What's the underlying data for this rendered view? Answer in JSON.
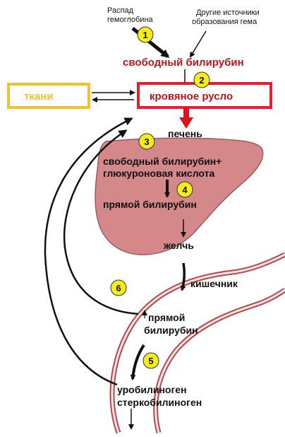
{
  "sources": {
    "hemoglobin_line1": "Распад",
    "hemoglobin_line2": "гемоглобина",
    "other_line1": "Другие источники",
    "other_line2": "образования гема"
  },
  "free_bilirubin": "свободный билирубин",
  "tissues": "ткани",
  "bloodstream": "кровяное русло",
  "liver": "печень",
  "conjugation_line1": "свободный билирубин+",
  "conjugation_line2": "глюкуроновая кислота",
  "direct_bilirubin": "прямой билирубин",
  "bile": "желчь",
  "intestine": "кишечник",
  "direct_bilirubin_gut_line1": "прямой",
  "direct_bilirubin_gut_line2": "билирубин",
  "urobilinogen": "уробилиноген",
  "stercobilinogen": "стеркобилиноген",
  "markers": [
    "1",
    "2",
    "3",
    "4",
    "5",
    "6"
  ],
  "colors": {
    "red_text": "#c0141a",
    "tissue_box": "#f2c12e",
    "blood_box": "#e0202a",
    "liver_fill": "#d4888a",
    "intestine": "#b5484a",
    "marker_fill": "#f5ec1a",
    "arrow_red": "#d8141a"
  }
}
